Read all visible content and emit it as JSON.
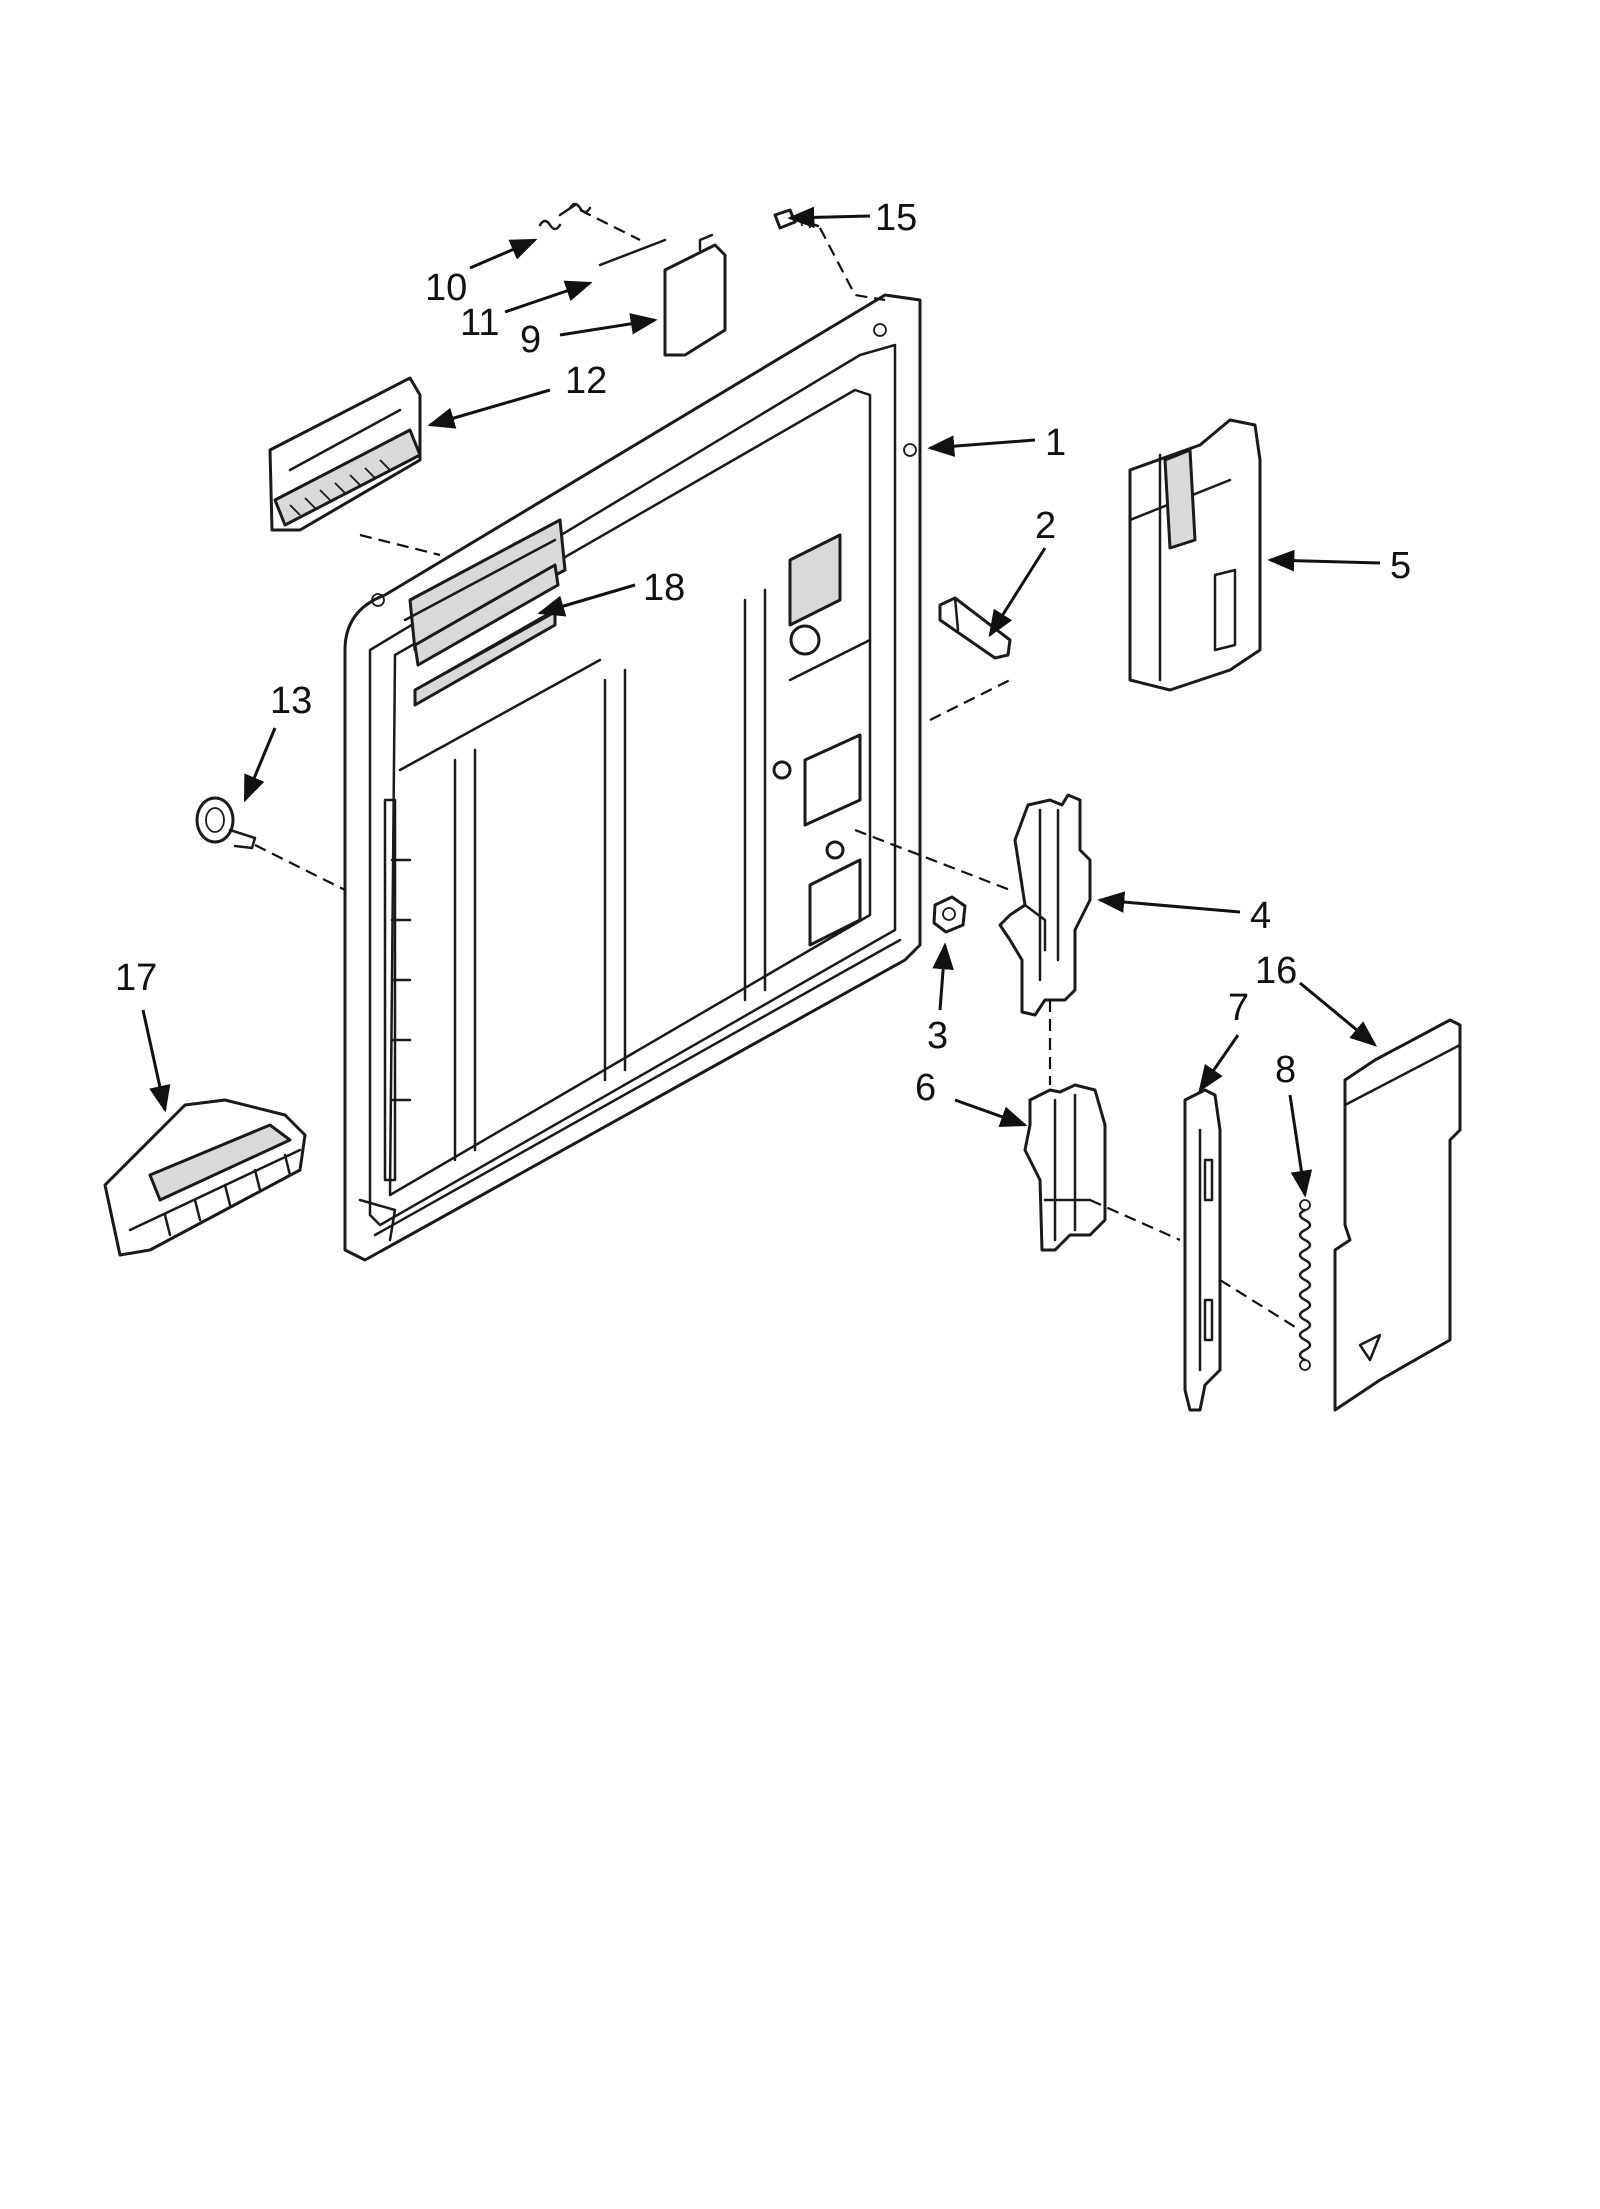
{
  "callouts": [
    {
      "id": "1",
      "text": "1"
    },
    {
      "id": "2",
      "text": "2"
    },
    {
      "id": "3",
      "text": "3"
    },
    {
      "id": "4",
      "text": "4"
    },
    {
      "id": "5",
      "text": "5"
    },
    {
      "id": "6",
      "text": "6"
    },
    {
      "id": "7",
      "text": "7"
    },
    {
      "id": "8",
      "text": "8"
    },
    {
      "id": "9",
      "text": "9"
    },
    {
      "id": "10",
      "text": "10"
    },
    {
      "id": "11",
      "text": "11"
    },
    {
      "id": "12",
      "text": "12"
    },
    {
      "id": "13",
      "text": "13"
    },
    {
      "id": "15",
      "text": "15"
    },
    {
      "id": "16",
      "text": "16"
    },
    {
      "id": "17",
      "text": "17"
    },
    {
      "id": "18",
      "text": "18"
    }
  ]
}
